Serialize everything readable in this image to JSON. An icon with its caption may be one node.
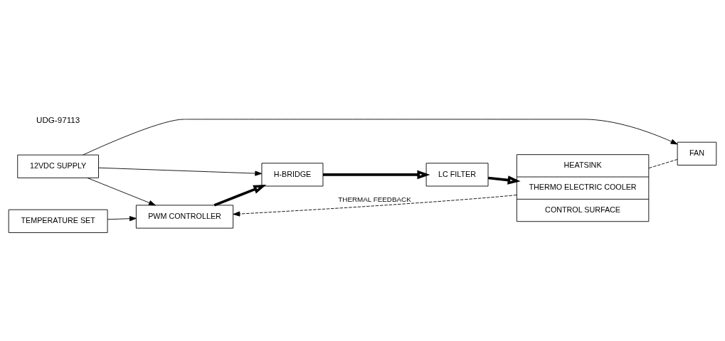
{
  "diagram": {
    "nodes": [
      {
        "text": [
          "12VDC SUPPLY"
        ]
      },
      {
        "text": [
          "FAN"
        ]
      },
      {
        "text": [
          "PWM CONTROLLER"
        ]
      },
      {
        "text": [
          "H-BRIDGE"
        ]
      },
      {
        "text": [
          "LC FILTER"
        ]
      },
      {
        "text": [
          "HEATSINK",
          "THERMO ELECTRIC COOLER",
          "CONTROL SURFACE"
        ]
      },
      {
        "text": [
          "TEMPERATURE SET"
        ]
      }
    ],
    "edges": [
      {
        "from": 0,
        "to": 2,
        "arrow": "to"
      },
      {
        "from": 0,
        "to": 1,
        "arrow": "to"
      },
      {
        "from": 0,
        "to": 3,
        "arrow": "to"
      },
      {
        "from": 2,
        "to": 3,
        "arrow": "to",
        "style": "thick"
      },
      {
        "from": 3,
        "to": 4,
        "arrow": "to",
        "style": "thick"
      },
      {
        "from": 4,
        "to": 5,
        "arrow": "to",
        "style": "thick"
      },
      {
        "from": 5,
        "to": 1,
        "arrow": "none",
        "style": "dashed"
      },
      {
        "from": 5,
        "to": 2,
        "arrow": "to",
        "style": "dashed",
        "label": "THERMAL FEEDBACK"
      },
      {
        "from": 6,
        "to": 2,
        "arrow": "to"
      }
    ],
    "labels": [
      "UDG-97113"
    ]
  }
}
